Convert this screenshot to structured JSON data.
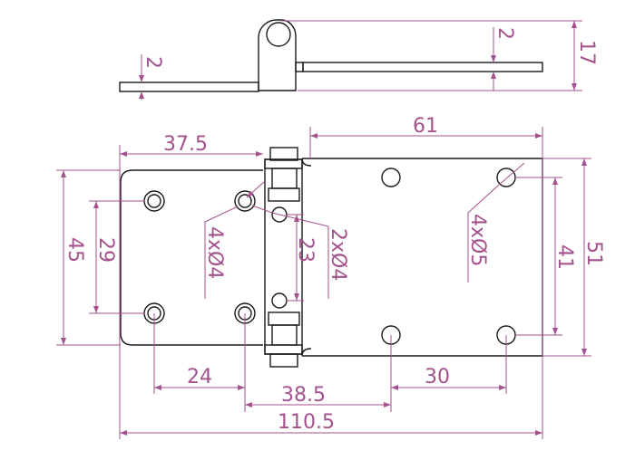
{
  "side_view": {
    "thickness_left": "2",
    "thickness_right": "2",
    "height": "17"
  },
  "front_view": {
    "left_width": "37.5",
    "right_width": "61",
    "left_height": "45",
    "left_hole_spacing_v": "29",
    "left_holes": "4xØ4",
    "pin_hole_spacing": "23",
    "pin_holes": "2xØ4",
    "right_holes": "4xØ5",
    "right_hole_spacing_v": "41",
    "right_height": "51",
    "left_hole_spacing_h": "24",
    "center_hole_spacing": "38.5",
    "right_hole_spacing_h": "30",
    "total_width": "110.5"
  },
  "colors": {
    "outline": "#1a1a1a",
    "dimension": "#a4528e"
  }
}
